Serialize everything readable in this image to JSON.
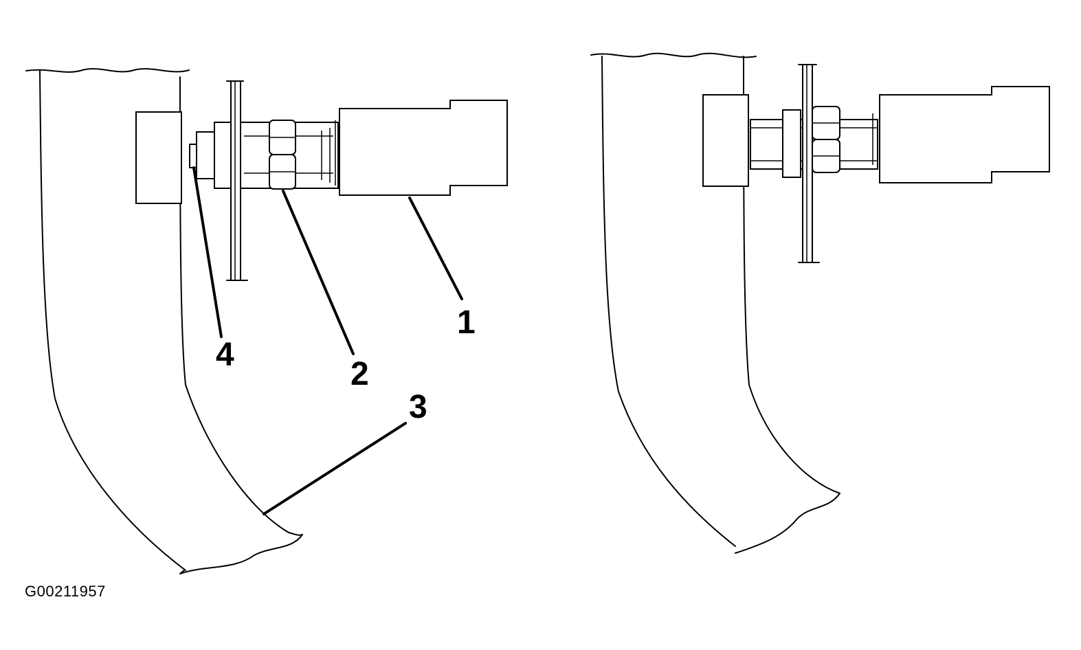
{
  "figure_id": "G00211957",
  "callouts": {
    "c1": "1",
    "c2": "2",
    "c3": "3",
    "c4": "4"
  },
  "colors": {
    "line": "#000000",
    "background": "#ffffff"
  }
}
